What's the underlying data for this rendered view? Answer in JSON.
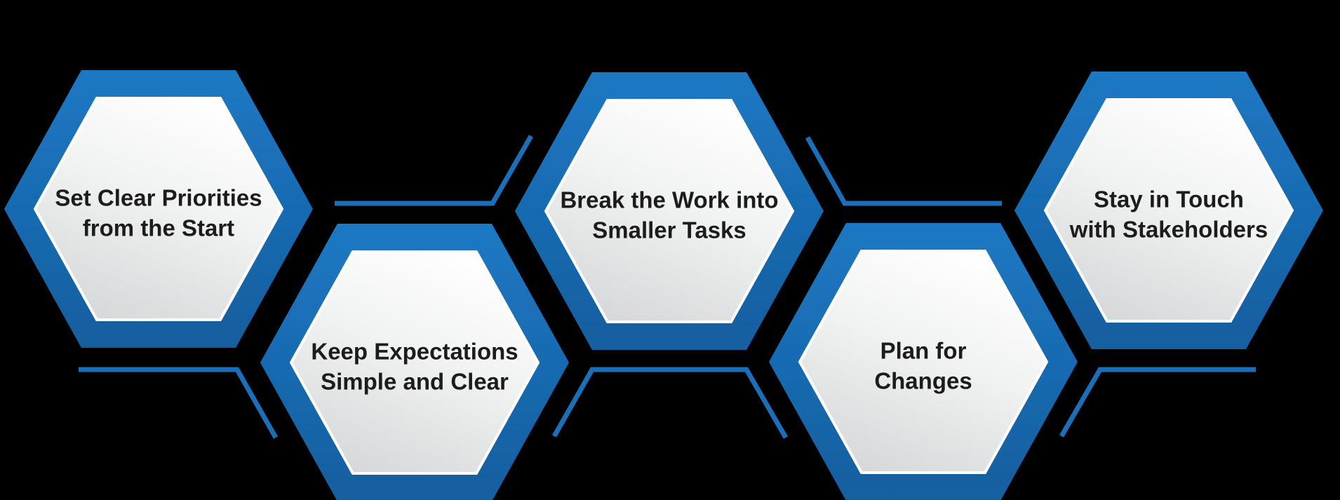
{
  "diagram": {
    "kind": "hexagon-process-infographic",
    "background": "#000000",
    "hexagons": [
      {
        "id": "step-1",
        "row": "top",
        "line1": "Set Clear Priorities",
        "line2": "from the Start"
      },
      {
        "id": "step-2",
        "row": "bottom",
        "line1": "Keep Expectations",
        "line2": "Simple and Clear"
      },
      {
        "id": "step-3",
        "row": "top",
        "line1": "Break the Work into",
        "line2": "Smaller Tasks"
      },
      {
        "id": "step-4",
        "row": "bottom",
        "line1": "Plan for",
        "line2": "Changes"
      },
      {
        "id": "step-5",
        "row": "top",
        "line1": "Stay in Touch",
        "line2": "with Stakeholders"
      }
    ],
    "colors": {
      "background": "#000000",
      "border_blue_top": "#1E78C3",
      "border_blue_bottom": "#125E9F",
      "accent_line_blue": "#1A6FB8",
      "inner_white": "#FFFFFF",
      "inner_mid": "#F1F2F2",
      "inner_shade": "#D6D8D9",
      "inner_stroke": "#FFFFFF",
      "label_text": "#1B1B1B"
    }
  }
}
